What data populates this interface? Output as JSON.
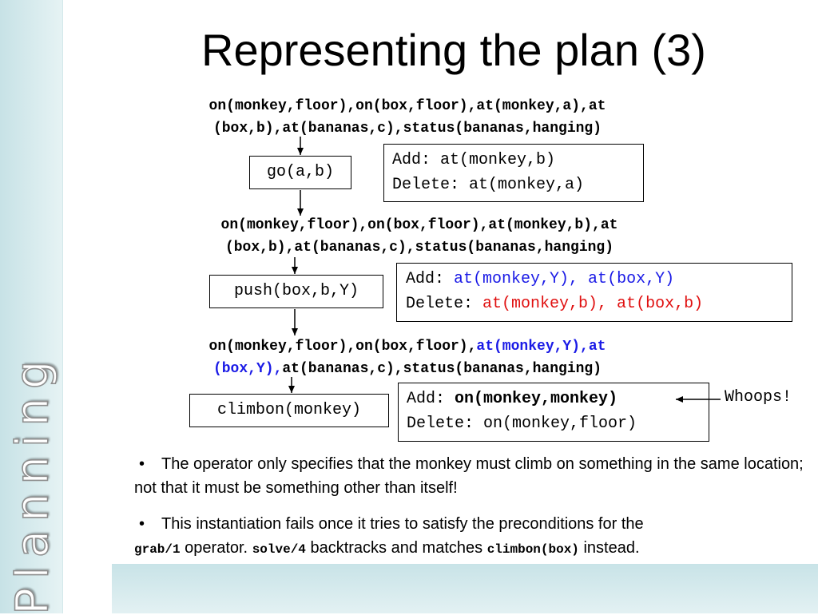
{
  "sidebar": {
    "label": "Planning"
  },
  "title": "Representing the plan (3)",
  "states": [
    {
      "line1": "on(monkey,floor),on(box,floor),at(monkey,a),at",
      "line2": "(box,b),at(bananas,c),status(bananas,hanging)"
    },
    {
      "line1": "on(monkey,floor),on(box,floor),at(monkey,b),at",
      "line2": "(box,b),at(bananas,c),status(bananas,hanging)"
    },
    {
      "line1_plain": "on(monkey,floor),on(box,floor),",
      "line1_highlight": "at(monkey,Y),at",
      "line2_highlight": "(box,Y),",
      "line2_plain": "at(bananas,c),status(bananas,hanging)"
    }
  ],
  "operators": [
    "go(a,b)",
    "push(box,b,Y)",
    "climbon(monkey)"
  ],
  "effects": [
    {
      "add_label": "Add:",
      "add_value": "at(monkey,b)",
      "delete_label": "Delete:",
      "delete_value": "at(monkey,a)"
    },
    {
      "add_label": "Add:",
      "add_value": "at(monkey,Y), at(box,Y)",
      "delete_label": "Delete:",
      "delete_value": "at(monkey,b), at(box,b)"
    },
    {
      "add_label": "Add:",
      "add_value": "on(monkey,monkey)",
      "delete_label": "Delete:",
      "delete_value": "on(monkey,floor)"
    }
  ],
  "annotation": "Whoops!",
  "bullets": {
    "bullet_char": "•",
    "b1": "The operator only specifies that the monkey must climb on something in the same location; not that it must be something other than itself!",
    "b2_part1": "This instantiation fails once it tries to satisfy the preconditions for the",
    "b2_code1": "grab/1",
    "b2_part2": "operator.",
    "b2_code2": "solve/4",
    "b2_part3": "backtracks and matches",
    "b2_code3": "climbon(box)",
    "b2_part4": "instead."
  },
  "colors": {
    "highlight_blue": "#1a1ae6",
    "highlight_red": "#e01010",
    "sidebar": "#c7e2e6"
  }
}
